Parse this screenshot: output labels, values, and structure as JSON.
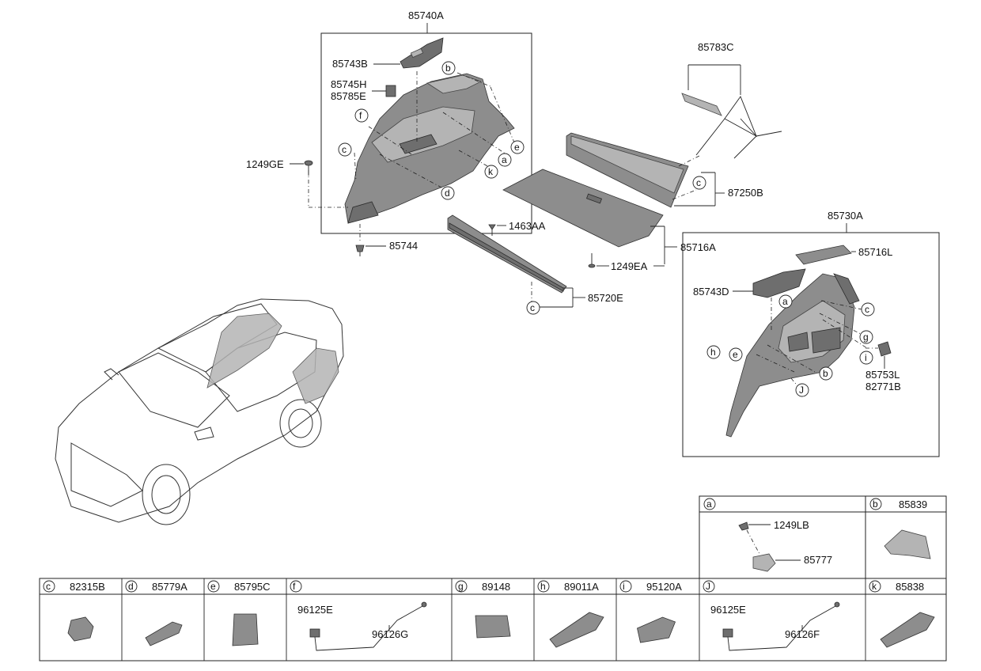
{
  "callouts": {
    "p85740A": "85740A",
    "p85743B": "85743B",
    "p85745H": "85745H",
    "p85785E": "85785E",
    "p1249GE": "1249GE",
    "p85744": "85744",
    "p85783C": "85783C",
    "p87250B": "87250B",
    "p1463AA": "1463AA",
    "p85716A": "85716A",
    "p1249EA": "1249EA",
    "p85720E": "85720E",
    "p85730A": "85730A",
    "p85716L": "85716L",
    "p85743D": "85743D",
    "p85753L": "85753L",
    "p82771B": "82771B"
  },
  "ref_letters": {
    "a": "a",
    "b": "b",
    "c": "c",
    "d": "d",
    "e": "e",
    "f": "f",
    "g": "g",
    "h": "h",
    "i": "i",
    "J": "J",
    "k": "k"
  },
  "parts_table": {
    "top_row": [
      {
        "letter": "a",
        "part_no": "",
        "sub_labels": [
          "1249LB",
          "85777"
        ]
      },
      {
        "letter": "b",
        "part_no": "85839",
        "sub_labels": []
      }
    ],
    "bottom_row": [
      {
        "letter": "c",
        "part_no": "82315B",
        "sub_labels": []
      },
      {
        "letter": "d",
        "part_no": "85779A",
        "sub_labels": []
      },
      {
        "letter": "e",
        "part_no": "85795C",
        "sub_labels": []
      },
      {
        "letter": "f",
        "part_no": "",
        "sub_labels": [
          "96125E",
          "96126G"
        ]
      },
      {
        "letter": "g",
        "part_no": "89148",
        "sub_labels": []
      },
      {
        "letter": "h",
        "part_no": "89011A",
        "sub_labels": []
      },
      {
        "letter": "i",
        "part_no": "95120A",
        "sub_labels": []
      },
      {
        "letter": "J",
        "part_no": "",
        "sub_labels": [
          "96125E",
          "96126F"
        ]
      },
      {
        "letter": "k",
        "part_no": "85838",
        "sub_labels": []
      }
    ]
  }
}
